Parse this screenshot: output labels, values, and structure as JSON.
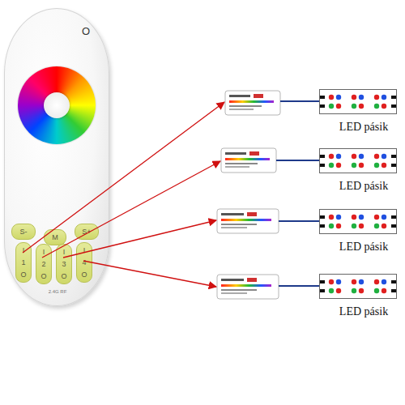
{
  "diagram": {
    "nodes": [
      {
        "text": [
          "O",
          "2.4G RF"
        ]
      },
      {
        "text": [
          "S-"
        ],
        "in": 0
      },
      {
        "text": [
          "M"
        ],
        "in": 0
      },
      {
        "text": [
          "S+"
        ],
        "in": 0
      },
      {
        "text": [
          "I",
          "1",
          "O"
        ],
        "in": 0
      },
      {
        "text": [
          "I",
          "2",
          "O"
        ],
        "in": 0
      },
      {
        "text": [
          "I",
          "3",
          "O"
        ],
        "in": 0
      },
      {
        "text": [
          "I",
          "4",
          "O"
        ],
        "in": 0
      },
      {
        "text": [
          "LED pásik"
        ]
      },
      {
        "text": [
          "LED pásik"
        ]
      },
      {
        "text": [
          "LED pásik"
        ]
      },
      {
        "text": [
          "LED pásik"
        ]
      }
    ]
  }
}
